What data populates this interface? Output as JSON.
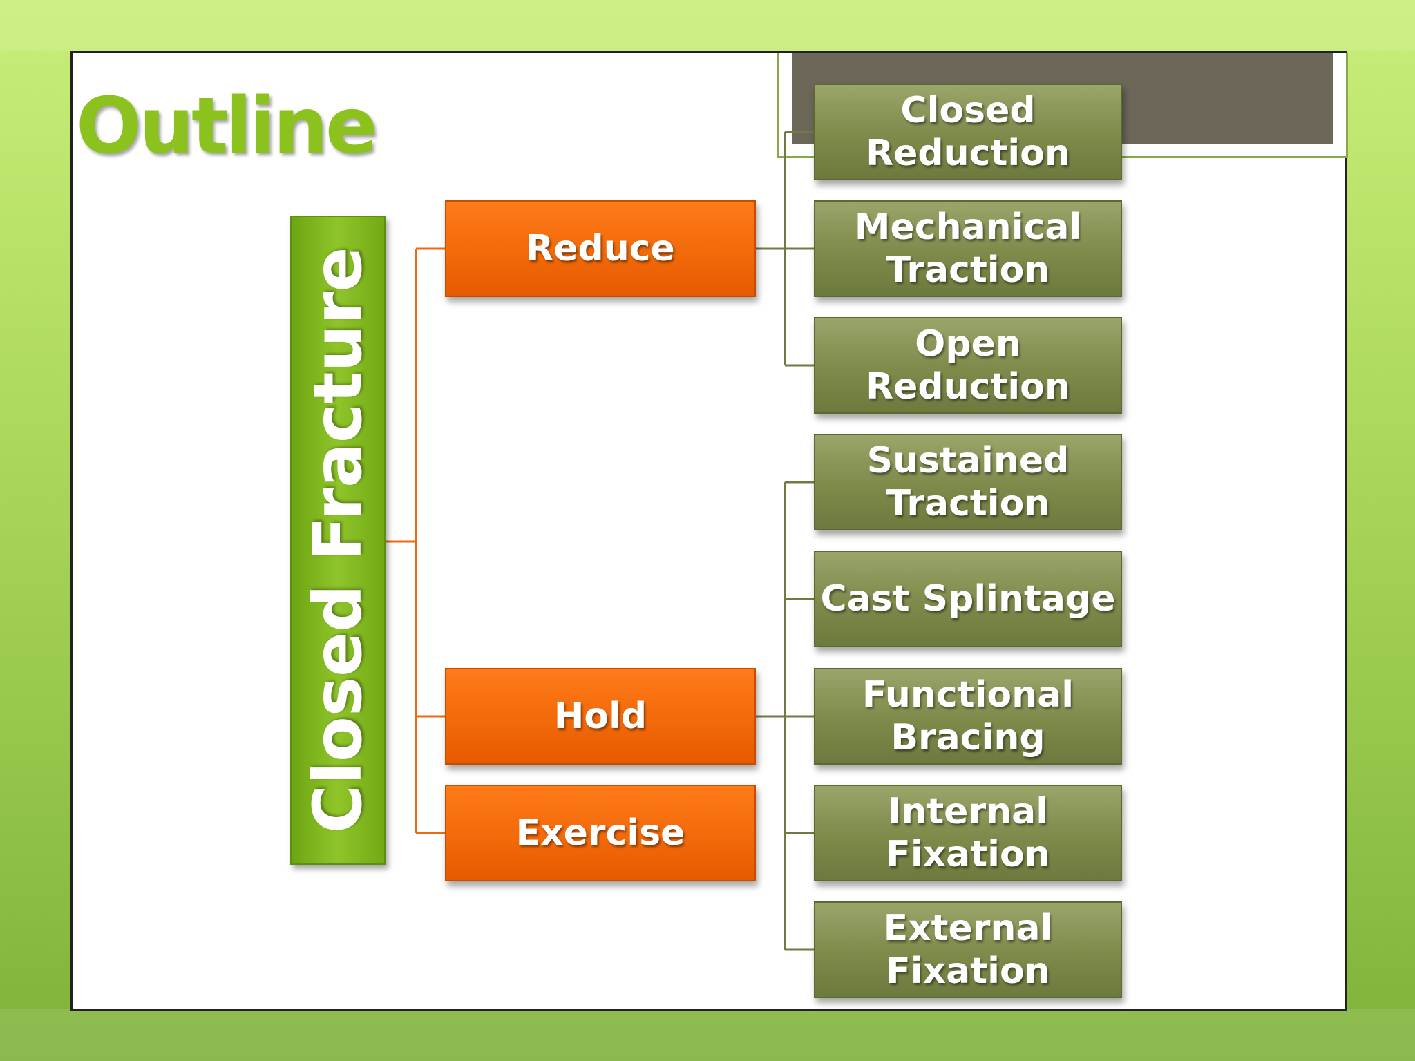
{
  "slide": {
    "title": "Outline"
  },
  "diagram": {
    "root": {
      "label": "Closed Fracture"
    },
    "steps": [
      {
        "label": "Reduce"
      },
      {
        "label": "Hold"
      },
      {
        "label": "Exercise"
      }
    ],
    "reduce_methods": [
      {
        "label": "Closed\nReduction"
      },
      {
        "label": "Mechanical\nTraction"
      },
      {
        "label": "Open\nReduction"
      }
    ],
    "hold_methods": [
      {
        "label": "Sustained\nTraction"
      },
      {
        "label": "Cast  Splintage"
      },
      {
        "label": "Functional\nBracing"
      },
      {
        "label": "Internal Fixation"
      },
      {
        "label": "External\nFixation"
      }
    ]
  }
}
